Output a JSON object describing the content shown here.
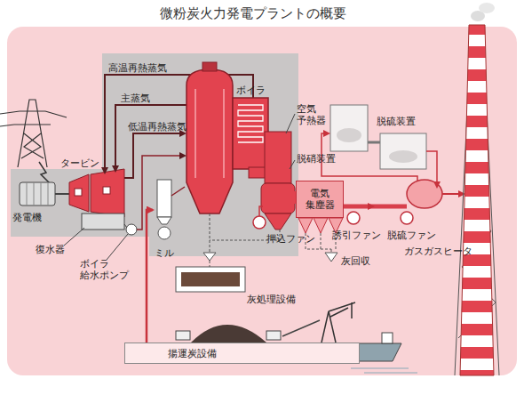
{
  "diagram": {
    "title": "微粉炭火力発電プラントの概要",
    "nodes": [
      {
        "text": [
          "ミル"
        ]
      },
      {
        "text": [
          "電気 集塵器"
        ]
      },
      {
        "text": [
          "灰処理設備"
        ]
      },
      {
        "text": [
          "揚運炭設備"
        ]
      }
    ],
    "edges": [
      {
        "from": 3,
        "to": 0,
        "arrow": "to"
      }
    ],
    "labels": [
      "高温再熱蒸気",
      "主蒸気",
      "低温再熱蒸気",
      "ボイラ",
      "空気 予熱器",
      "脱硝装置",
      "脱硫装置",
      "タービン",
      "発電機",
      "復水器",
      "ボイラ 給水ポンプ",
      "誘引ファン",
      "脱硫ファン",
      "ガスガスヒータ",
      "押込ファン",
      "灰回収"
    ]
  }
}
